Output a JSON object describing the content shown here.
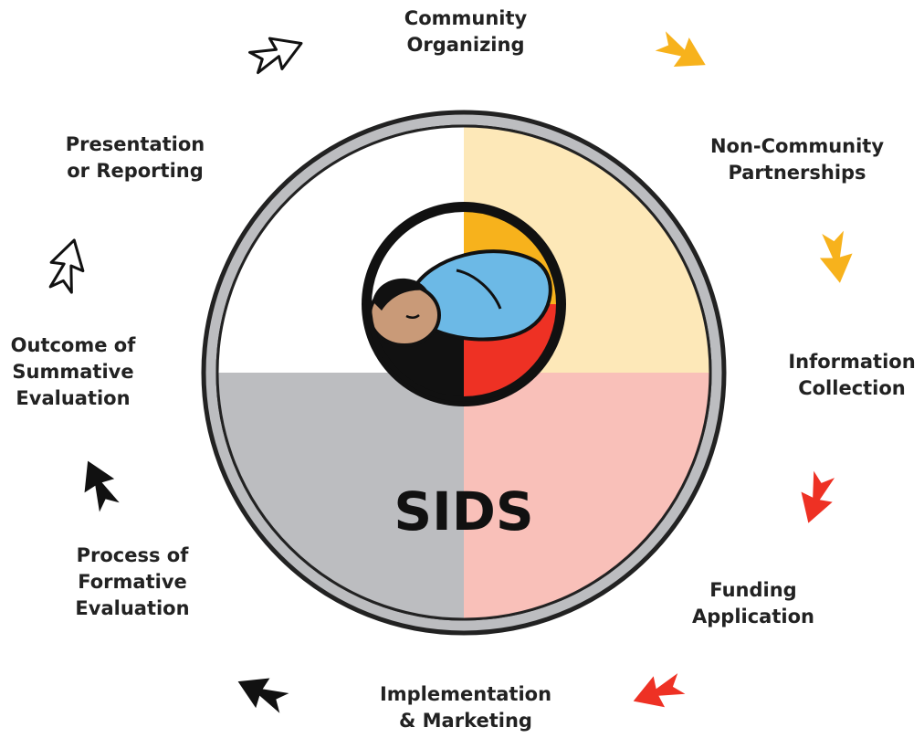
{
  "center_title": "SIDS",
  "steps": [
    {
      "id": "community-organizing",
      "lines": [
        "Community",
        "Organizing"
      ]
    },
    {
      "id": "non-community-partnerships",
      "lines": [
        "Non-Community",
        "Partnerships"
      ]
    },
    {
      "id": "information-collection",
      "lines": [
        "Information",
        "Collection"
      ]
    },
    {
      "id": "funding-application",
      "lines": [
        "Funding",
        "Application"
      ]
    },
    {
      "id": "implementation-marketing",
      "lines": [
        "Implementation",
        "& Marketing"
      ]
    },
    {
      "id": "process-formative-evaluation",
      "lines": [
        "Process of",
        "Formative",
        "Evaluation"
      ]
    },
    {
      "id": "outcome-summative-evaluation",
      "lines": [
        "Outcome of",
        "Summative",
        "Evaluation"
      ]
    },
    {
      "id": "presentation-reporting",
      "lines": [
        "Presentation",
        "or Reporting"
      ]
    }
  ],
  "colors": {
    "quadrant_top_left": "#ffffff",
    "quadrant_top_right": "#fde8b8",
    "quadrant_bottom_right": "#f9c0b9",
    "quadrant_bottom_left": "#bcbdc0",
    "ring": "#bcbdc0",
    "yellow_arrow": "#f7b21c",
    "red_arrow": "#ee3124",
    "black_arrow": "#111111",
    "white_arrow": "#ffffff",
    "baby_blanket": "#6cb9e6",
    "baby_skin": "#c99a78"
  },
  "arrows": [
    {
      "id": "arrow-1-yellow",
      "color": "yellow_arrow"
    },
    {
      "id": "arrow-2-yellow",
      "color": "yellow_arrow"
    },
    {
      "id": "arrow-3-red",
      "color": "red_arrow"
    },
    {
      "id": "arrow-4-red",
      "color": "red_arrow"
    },
    {
      "id": "arrow-5-black",
      "color": "black_arrow"
    },
    {
      "id": "arrow-6-black",
      "color": "black_arrow"
    },
    {
      "id": "arrow-7-white",
      "color": "white_arrow"
    },
    {
      "id": "arrow-8-white",
      "color": "white_arrow"
    }
  ]
}
